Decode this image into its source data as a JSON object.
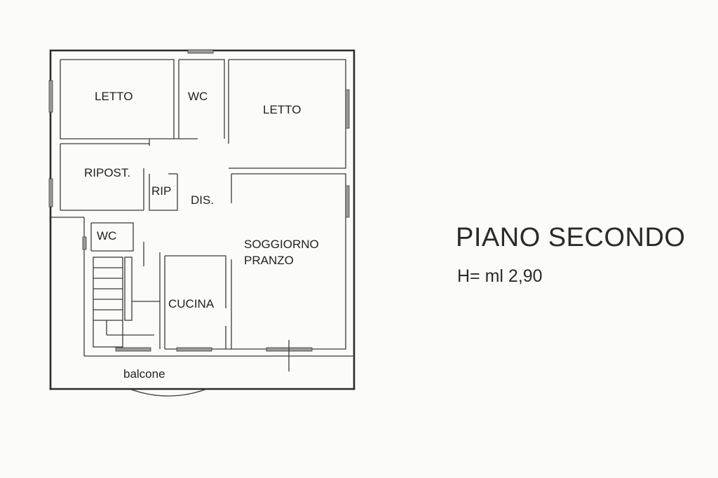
{
  "plan_title": "PIANO SECONDO",
  "ceiling_height": "H= ml 2,90",
  "rooms": {
    "letto_1": "LETTO",
    "wc_1": "WC",
    "letto_2": "LETTO",
    "ripostiglio": "RIPOST.",
    "rip": "RIP",
    "disimpegno": "DIS.",
    "wc_2": "WC",
    "soggiorno_line1": "SOGGIORNO",
    "soggiorno_line2": "PRANZO",
    "cucina": "CUCINA",
    "balcone": "balcone"
  },
  "colors": {
    "walls": "#2b2b2b",
    "windows": "#9a9a9a",
    "background": "#fbfbfa"
  }
}
